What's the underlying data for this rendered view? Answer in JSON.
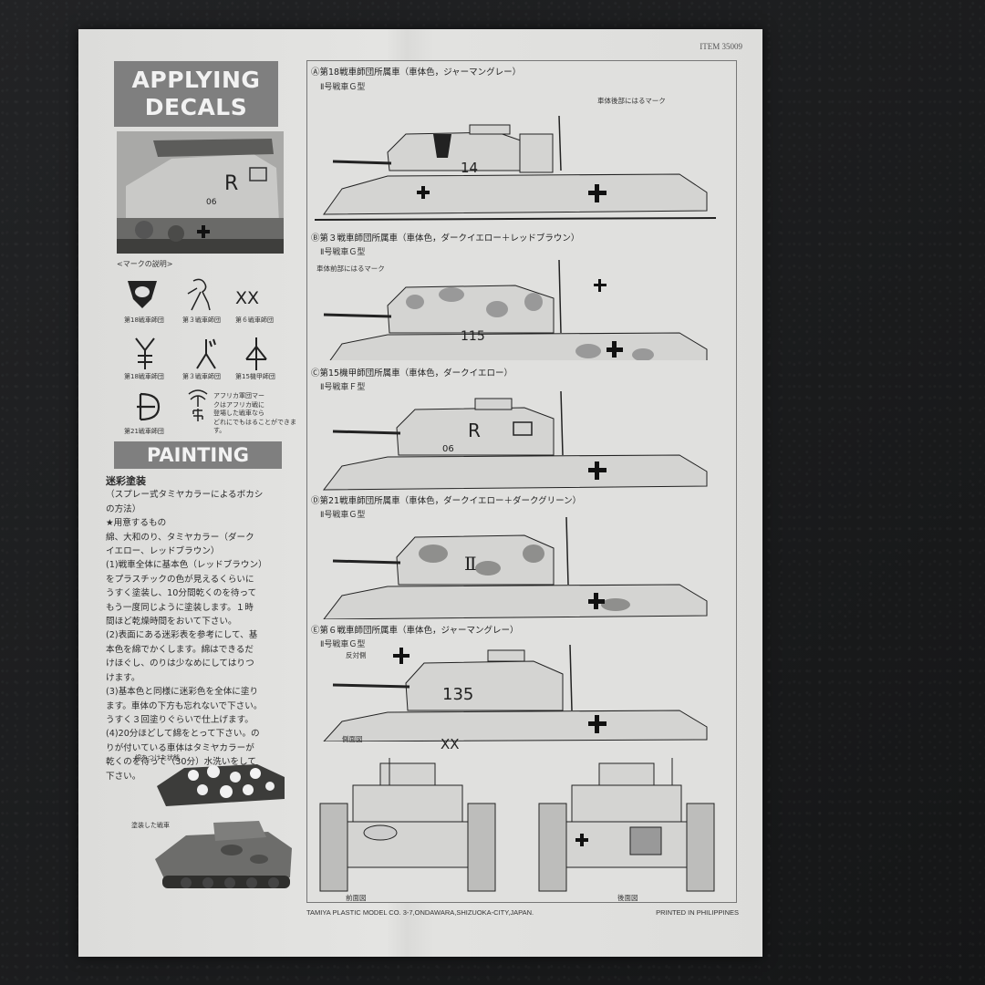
{
  "item_no": "ITEM 35009",
  "headers": {
    "applying_line1": "APPLYING",
    "applying_line2": "DECALS",
    "painting": "PAINTING"
  },
  "marks_caption": "<マークの説明>",
  "photo_decals": {
    "letter": "R",
    "number": "06"
  },
  "marks": [
    {
      "icon": "18th-panzer-division-icon",
      "label": "第18戦車師団"
    },
    {
      "icon": "3rd-panzer-division-bear-icon",
      "label": "第３戦車師団"
    },
    {
      "icon": "6th-panzer-division-xx-icon",
      "label": "第６戦車師団"
    },
    {
      "icon": "18th-division-y-icon",
      "label": "第18戦車師団"
    },
    {
      "icon": "3rd-division-y-icon",
      "label": "第３戦車師団"
    },
    {
      "icon": "15th-division-icon",
      "label": "第15機甲師団"
    },
    {
      "icon": "21st-division-d-icon",
      "label": "第21戦車師団"
    }
  ],
  "africa_note": [
    "アフリカ軍団マー",
    "クはアフリカ戦に",
    "登場した戦車なら",
    "どれにでもはることができます。"
  ],
  "painting": {
    "title": "迷彩塗装",
    "lines": [
      "（スプレー式タミヤカラーによるボカシ",
      "の方法）",
      "★用意するもの",
      "綿、大和のり、タミヤカラー（ダーク",
      "イエロー、レッドブラウン）",
      "(1)戦車全体に基本色（レッドブラウン）",
      "をプラスチックの色が見えるくらいに",
      "うすく塗装し、10分間乾くのを待って",
      "もう一度同じように塗装します。１時",
      "間ほど乾燥時間をおいて下さい。",
      "(2)表面にある迷彩表を参考にして、基",
      "本色を綿でかくします。綿はできるだ",
      "けほぐし、のりは少なめにしてはりつ",
      "けます。",
      "(3)基本色と同様に迷彩色を全体に塗り",
      "ます。車体の下方も忘れないで下さい。",
      "うすく３回塗りぐらいで仕上げます。",
      "(4)20分ほどして綿をとって下さい。の",
      "りが付いている車体はタミヤカラーが",
      "乾くのを待って（30分）水洗いをして",
      "下さい。"
    ],
    "photo1_caption": "綿をつけた状態",
    "photo2_caption": "塗装した戦車"
  },
  "tanks": [
    {
      "marker": "Ⓐ",
      "title": "第18戦車師団所属車（車体色，ジャーマングレー）",
      "model": "Ⅱ号戦車Ｇ型",
      "turret_number": "14",
      "note": "車体後部にはるマーク"
    },
    {
      "marker": "Ⓑ",
      "title": "第３戦車師団所属車（車体色，ダークイエロー＋レッドブラウン）",
      "model": "Ⅱ号戦車Ｇ型",
      "turret_number": "115",
      "note": "車体前部にはるマーク"
    },
    {
      "marker": "Ⓒ",
      "title": "第15機甲師団所属車（車体色，ダークイエロー）",
      "model": "Ⅱ号戦車Ｆ型",
      "turret_number": "R",
      "hull_number": "06"
    },
    {
      "marker": "Ⓓ",
      "title": "第21戦車師団所属車（車体色，ダークイエロー＋ダークグリーン）",
      "model": "Ⅱ号戦車Ｇ型",
      "turret_number": "Ⅱ"
    },
    {
      "marker": "Ⓔ",
      "title": "第６戦車師団所属車（車体色，ジャーマングレー）",
      "model": "Ⅱ号戦車Ｇ型",
      "turret_number": "135",
      "note": "反対側"
    }
  ],
  "views": {
    "side": "側面図",
    "front": "前面図",
    "rear": "後面図",
    "xx": "XX"
  },
  "footer": {
    "left": "TAMIYA PLASTIC MODEL CO. 3-7,ONDAWARA,SHIZUOKA-CITY,JAPAN.",
    "right": "PRINTED IN PHILIPPINES"
  }
}
